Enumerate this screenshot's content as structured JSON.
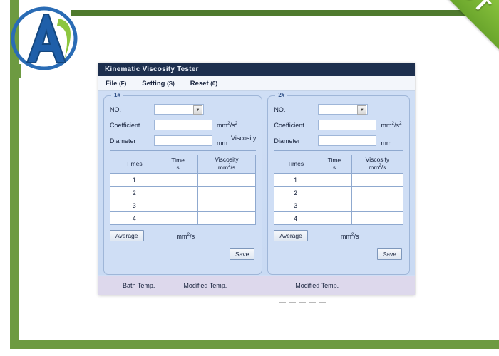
{
  "decor": {
    "ribbon_text": "HOT",
    "ribbon_color": "#7ab52f",
    "accent_green": "#6d9a41",
    "logo_letter": "A",
    "logo_blue": "#1f5fa9",
    "logo_green": "#8cc63f"
  },
  "window": {
    "title": "Kinematic  Viscosity Tester",
    "titlebar_color": "#1d2f4e",
    "body_color": "#cfdef5",
    "menu": [
      {
        "label": "File",
        "key": "(F)"
      },
      {
        "label": "Setting",
        "key": "(S)"
      },
      {
        "label": "Reset",
        "key": "(0)"
      }
    ]
  },
  "panels": [
    {
      "title": "1#",
      "fields": {
        "no_label": "NO.",
        "no_value": "",
        "coefficient_label": "Coefficient",
        "coefficient_value": "",
        "coefficient_unit": "mm2/s2",
        "diameter_label": "Diameter",
        "diameter_value": "",
        "diameter_unit": "mm",
        "extra_label": "Viscosity"
      },
      "table": {
        "headers": [
          "Times",
          "Time s",
          "Viscosity mm2/s"
        ],
        "rows": [
          {
            "times": "1",
            "time": "",
            "viscosity": ""
          },
          {
            "times": "2",
            "time": "",
            "viscosity": ""
          },
          {
            "times": "3",
            "time": "",
            "viscosity": ""
          },
          {
            "times": "4",
            "time": "",
            "viscosity": ""
          }
        ]
      },
      "footer": {
        "average_label": "Average",
        "average_unit": "mm2/s",
        "save_label": "Save"
      }
    },
    {
      "title": "2#",
      "fields": {
        "no_label": "NO.",
        "no_value": "",
        "coefficient_label": "Coefficient",
        "coefficient_value": "",
        "coefficient_unit": "mm2/s2",
        "diameter_label": "Diameter",
        "diameter_value": "",
        "diameter_unit": "mm",
        "extra_label": ""
      },
      "table": {
        "headers": [
          "Times",
          "Time s",
          "Viscosity mm2/s"
        ],
        "rows": [
          {
            "times": "1",
            "time": "",
            "viscosity": ""
          },
          {
            "times": "2",
            "time": "",
            "viscosity": ""
          },
          {
            "times": "3",
            "time": "",
            "viscosity": ""
          },
          {
            "times": "4",
            "time": "",
            "viscosity": ""
          }
        ]
      },
      "footer": {
        "average_label": "Average",
        "average_unit": "mm2/s",
        "save_label": "Save"
      }
    }
  ],
  "statusbar": {
    "bath_temp": "Bath Temp.",
    "modified_temp_1": "Modified Temp.",
    "modified_temp_2": "Modified Temp."
  },
  "table_header_parts": {
    "times": "Times",
    "time_top": "Time",
    "time_bottom": "s",
    "visc_top": "Viscosity",
    "visc_bottom_pre": "mm",
    "visc_bottom_sup": "2",
    "visc_bottom_post": "/s"
  },
  "units": {
    "mm_pre": "mm",
    "sup2": "2",
    "per_s2_post": "/s",
    "sup2b": "2",
    "mm_only": "mm",
    "per_s": "/s"
  }
}
